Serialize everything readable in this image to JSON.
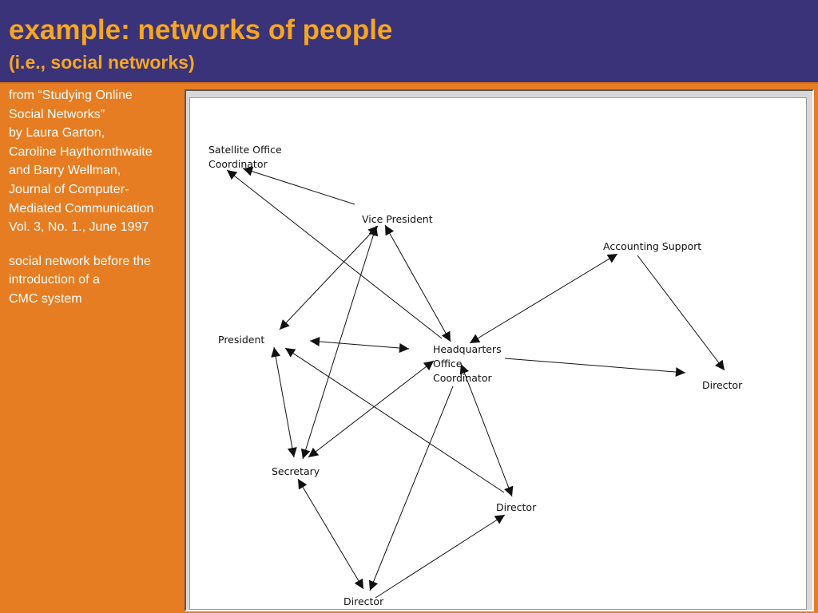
{
  "header": {
    "title": "example: networks of people",
    "subtitle": "(i.e., social networks)"
  },
  "sidebar": {
    "citation_lines": [
      "from “Studying Online",
      "Social Networks”",
      "by Laura Garton,",
      "Caroline Haythornthwaite",
      "and Barry Wellman,",
      "Journal of Computer-",
      "Mediated Communication",
      "Vol. 3, No. 1., June 1997"
    ],
    "caption_lines": [
      "social network before the",
      "introduction of a",
      "CMC system"
    ]
  },
  "diagram": {
    "nodes": [
      {
        "id": "satellite",
        "label_lines": [
          "Satellite Office",
          "Coordinator"
        ]
      },
      {
        "id": "vp",
        "label_lines": [
          "Vice President"
        ]
      },
      {
        "id": "accounting",
        "label_lines": [
          "Accounting Support"
        ]
      },
      {
        "id": "president",
        "label_lines": [
          "President"
        ]
      },
      {
        "id": "hq",
        "label_lines": [
          "Headquarters",
          "Office",
          "Coordinator"
        ]
      },
      {
        "id": "director_right",
        "label_lines": [
          "Director"
        ]
      },
      {
        "id": "secretary",
        "label_lines": [
          "Secretary"
        ]
      },
      {
        "id": "director_mid",
        "label_lines": [
          "Director"
        ]
      },
      {
        "id": "director_bottom",
        "label_lines": [
          "Director"
        ]
      }
    ],
    "edges": [
      {
        "from": "vp",
        "to": "satellite",
        "directed": "one"
      },
      {
        "from": "hq",
        "to": "satellite",
        "directed": "one"
      },
      {
        "from": "vp",
        "to": "president",
        "directed": "both"
      },
      {
        "from": "vp",
        "to": "hq",
        "directed": "both"
      },
      {
        "from": "vp",
        "to": "secretary",
        "directed": "both"
      },
      {
        "from": "accounting",
        "to": "hq",
        "directed": "both"
      },
      {
        "from": "accounting",
        "to": "director_right",
        "directed": "one"
      },
      {
        "from": "president",
        "to": "hq",
        "directed": "both"
      },
      {
        "from": "hq",
        "to": "director_right",
        "directed": "one"
      },
      {
        "from": "president",
        "to": "secretary",
        "directed": "both"
      },
      {
        "from": "director_mid",
        "to": "president",
        "directed": "one"
      },
      {
        "from": "hq",
        "to": "secretary",
        "directed": "both"
      },
      {
        "from": "hq",
        "to": "director_mid",
        "directed": "both"
      },
      {
        "from": "hq",
        "to": "director_bottom",
        "directed": "one"
      },
      {
        "from": "secretary",
        "to": "director_bottom",
        "directed": "both"
      },
      {
        "from": "director_bottom",
        "to": "director_mid",
        "directed": "one"
      }
    ]
  }
}
